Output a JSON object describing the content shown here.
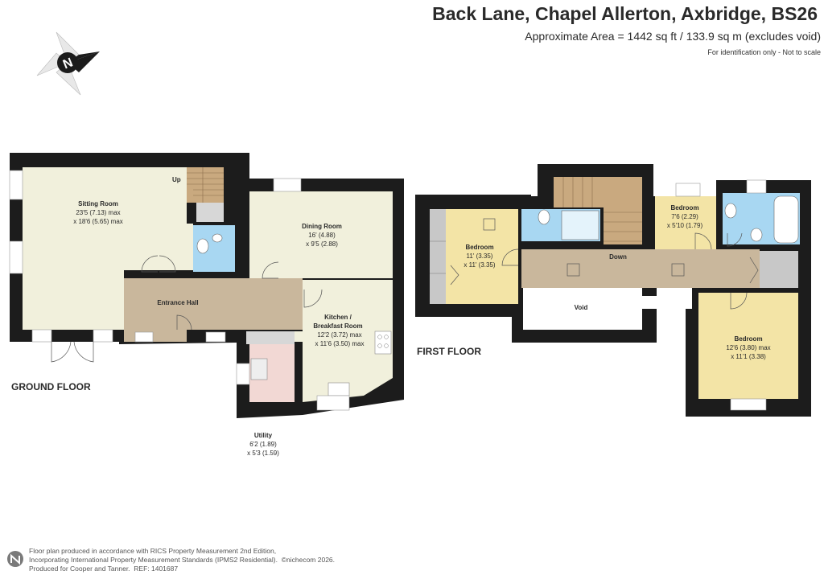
{
  "header": {
    "title": "Back Lane, Chapel Allerton, Axbridge, BS26",
    "area": "Approximate Area = 1442 sq ft / 133.9 sq m (excludes void)",
    "note": "For identification only - Not to scale"
  },
  "compass": {
    "letter": "N"
  },
  "ground_floor": {
    "label": "GROUND FLOOR",
    "up_label": "Up",
    "rooms": {
      "sitting": {
        "name": "Sitting Room",
        "dim1": "23'5 (7.13) max",
        "dim2": "x 18'6 (5.65) max"
      },
      "dining": {
        "name": "Dining Room",
        "dim1": "16' (4.88)",
        "dim2": "x 9'5 (2.88)"
      },
      "hall": {
        "name": "Entrance Hall"
      },
      "kitchen": {
        "name1": "Kitchen /",
        "name2": "Breakfast Room",
        "dim1": "12'2 (3.72) max",
        "dim2": "x 11'6 (3.50) max"
      },
      "utility": {
        "name": "Utility",
        "dim1": "6'2 (1.89)",
        "dim2": "x 5'3 (1.59)"
      }
    }
  },
  "first_floor": {
    "label": "FIRST FLOOR",
    "down_label": "Down",
    "rooms": {
      "bed1": {
        "name": "Bedroom",
        "dim1": "11' (3.35)",
        "dim2": "x 11' (3.35)"
      },
      "bed2": {
        "name": "Bedroom",
        "dim1": "7'6 (2.29)",
        "dim2": "x 5'10 (1.79)"
      },
      "bed3": {
        "name": "Bedroom",
        "dim1": "12'6 (3.80) max",
        "dim2": "x 11'1 (3.38)"
      },
      "void": {
        "name": "Void"
      }
    }
  },
  "footer": {
    "line1": "Floor plan produced in accordance with RICS Property Measurement 2nd Edition,",
    "line2": "Incorporating International Property Measurement Standards (IPMS2 Residential).",
    "copyright": "©nichecom 2026.",
    "line3": "Produced for Cooper and Tanner.",
    "ref": "REF: 1401687"
  },
  "colors": {
    "wall": "#1c1c1c",
    "living": "#f1f0dc",
    "hall": "#c9b79c",
    "stairs": "#c9a97f",
    "bath": "#a8d7f2",
    "bedroom_yellow": "#f3e4a6",
    "utility_pink": "#f2d8d4",
    "storage_grey": "#c8c8c8"
  }
}
